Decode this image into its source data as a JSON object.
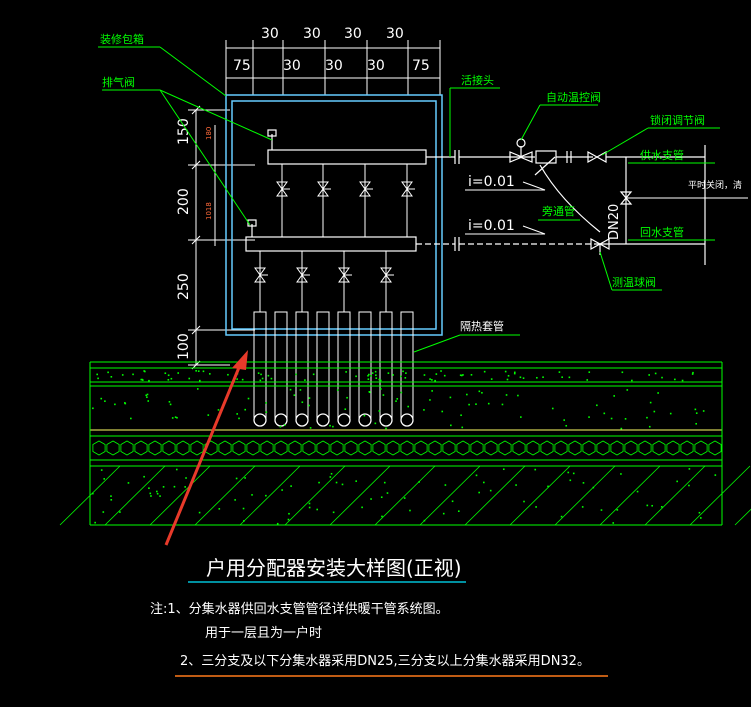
{
  "labels": {
    "decor_box": "装修包箱",
    "air_vent": "排气阀",
    "union": "活接头",
    "auto_temp_valve": "自动温控阀",
    "lock_valve": "锁闭调节阀",
    "supply_branch": "供水支管",
    "closed_note": "平时关闭，清",
    "bypass": "旁通管",
    "dn20": "DN20",
    "return_branch": "回水支管",
    "thermal_valve": "测温球阀",
    "insulation_sleeve": "隔热套管"
  },
  "slopes": {
    "upper": "i=0.01",
    "lower": "i=0.01"
  },
  "dims": {
    "top_row": [
      "30",
      "30",
      "30",
      "30"
    ],
    "bottom_row": [
      "75",
      "30",
      "30",
      "30",
      "75"
    ],
    "left": [
      "150",
      "200",
      "250",
      "100"
    ],
    "small_1": "180",
    "small_2": "1018"
  },
  "title": "户用分配器安装大样图(正视)",
  "notes": {
    "line1": "注:1、分集水器供回水支管管径详供暖干管系统图。",
    "line2": "用于一层且为一户时",
    "line3": "2、三分支及以下分集水器采用DN25,三分支以上分集水器采用DN32。"
  },
  "colors": {
    "background": "#000000",
    "box": "#66ccff",
    "pipe": "#ffffff",
    "label": "#00ff00",
    "leader": "#00ff00",
    "arrow": "#e83a2a",
    "underline": "#ff7a1a",
    "title": "#ffffff",
    "title_underline": "#00e5ff",
    "hatch": "#00ff00"
  }
}
